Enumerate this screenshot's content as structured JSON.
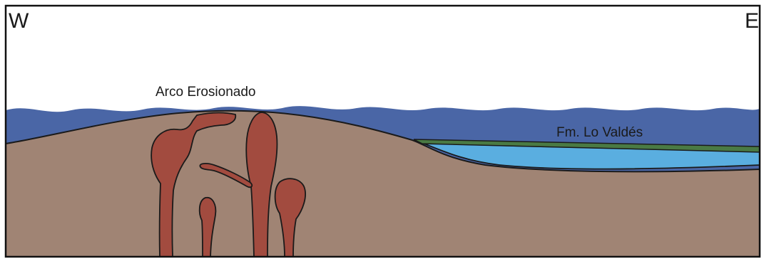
{
  "labels": {
    "west": "W",
    "east": "E",
    "eroded_arc": "Arco Erosionado",
    "formation": "Fm. Lo Valdés"
  },
  "colors": {
    "frame": "#111111",
    "sky": "#ffffff",
    "sea": "#4a66a6",
    "basement": "#a08474",
    "intrusion": "#a24b3f",
    "basin_fill": "#5aaee0",
    "formation_band": "#4a7a44",
    "outline": "#1a1a1a"
  }
}
